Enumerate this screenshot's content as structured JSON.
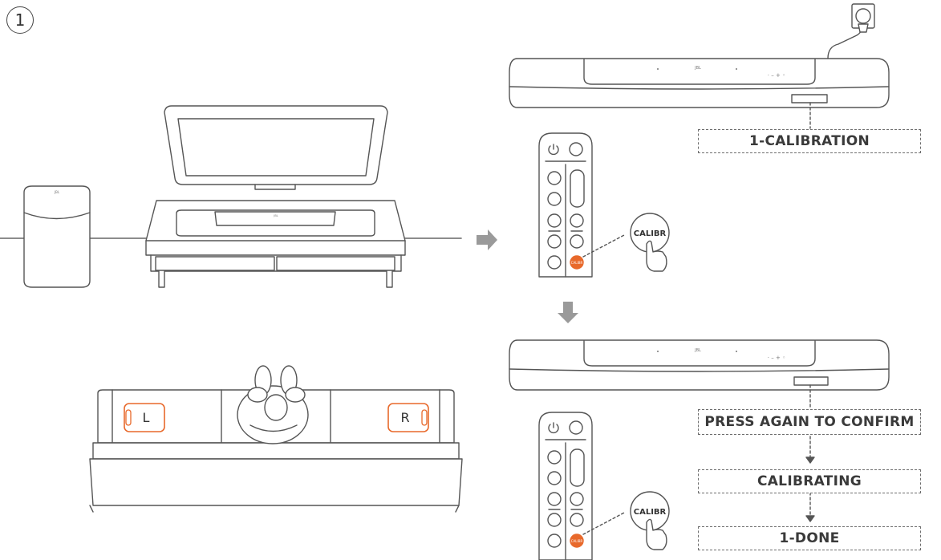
{
  "step_number": "1",
  "labels": {
    "calibration": "1-CALIBRATION",
    "confirm": "PRESS AGAIN TO CONFIRM",
    "calibrating": "CALIBRATING",
    "done": "1-DONE"
  },
  "button_text": "CALIBR",
  "brand": "JBL",
  "speakers": {
    "left": "L",
    "right": "R"
  },
  "colors": {
    "outline": "#555555",
    "accent": "#e8692b",
    "arrow": "#9a9a9a"
  }
}
